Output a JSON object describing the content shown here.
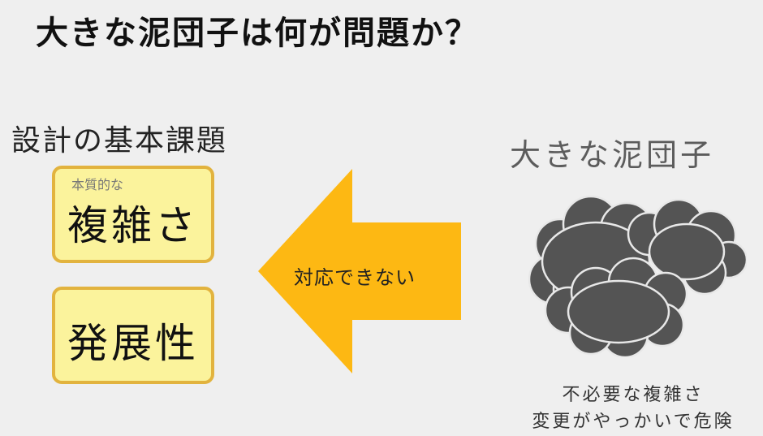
{
  "slide": {
    "title": "大きな泥団子は何が問題か？"
  },
  "left": {
    "heading": "設計の基本課題",
    "boxes": [
      {
        "small_label": "本質的な",
        "label": "複雑さ"
      },
      {
        "label": "発展性"
      }
    ]
  },
  "arrow": {
    "label": "対応できない",
    "color": "#fdb813"
  },
  "right": {
    "heading": "大きな泥団子",
    "cloud_icon": "dark-cloud-icon",
    "cloud_color": "#545454",
    "caption_lines": [
      "不必要な複雑さ",
      "変更がやっかいで危険"
    ]
  },
  "colors": {
    "box_fill": "#fbf39c",
    "box_border": "#e2b33e",
    "background": "#efefef"
  }
}
